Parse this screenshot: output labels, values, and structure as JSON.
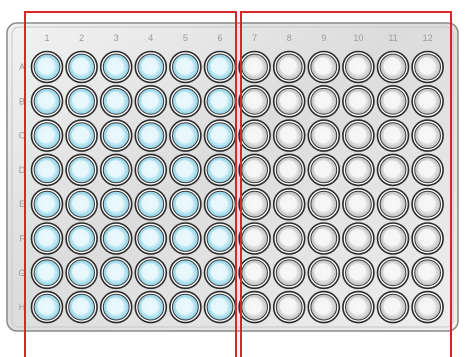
{
  "plate": {
    "column_labels": [
      "1",
      "2",
      "3",
      "4",
      "5",
      "6",
      "7",
      "8",
      "9",
      "10",
      "11",
      "12"
    ],
    "row_labels": [
      "A",
      "B",
      "C",
      "D",
      "E",
      "F",
      "G",
      "H"
    ],
    "filled_columns": [
      "1",
      "2",
      "3",
      "4",
      "5",
      "6"
    ],
    "empty_columns": [
      "7",
      "8",
      "9",
      "10",
      "11",
      "12"
    ]
  },
  "colors": {
    "filled_well": "#bfe6f2",
    "filled_well_center": "#eaf8fc",
    "empty_well": "#d9d9d9",
    "empty_well_center": "#f7f7f7",
    "well_rim": "#2b2b2b",
    "plate_body": "#e6e6e6",
    "plate_border": "#8a8a8a",
    "selection_box": "#d9262b",
    "label_text": "#9a9a9a"
  },
  "selections": [
    {
      "name": "left-half-selection",
      "columns": [
        "1",
        "2",
        "3",
        "4",
        "5",
        "6"
      ]
    },
    {
      "name": "right-half-selection",
      "columns": [
        "7",
        "8",
        "9",
        "10",
        "11",
        "12"
      ]
    }
  ]
}
